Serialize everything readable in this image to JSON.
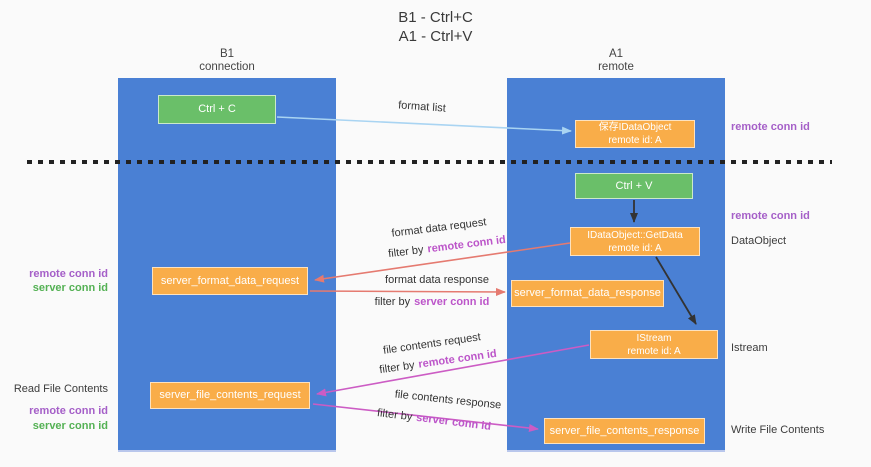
{
  "title": {
    "line1": "B1 - Ctrl+C",
    "line2": "A1 - Ctrl+V"
  },
  "lanes": {
    "left": {
      "name": "B1",
      "role": "connection"
    },
    "right": {
      "name": "A1",
      "role": "remote"
    }
  },
  "nodes": {
    "ctrl_c": {
      "label": "Ctrl + C"
    },
    "save_idataobject": {
      "line1": "保存IDataObject",
      "line2": "remote id: A"
    },
    "ctrl_v": {
      "label": "Ctrl + V"
    },
    "getdata": {
      "line1": "IDataObject::GetData",
      "line2": "remote id: A"
    },
    "format_request": {
      "label": "server_format_data_request"
    },
    "format_response": {
      "label": "server_format_data_response"
    },
    "istream": {
      "line1": "IStream",
      "line2": "remote id: A"
    },
    "file_request": {
      "label": "server_file_contents_request"
    },
    "file_response": {
      "label": "server_file_contents_response"
    }
  },
  "flows": {
    "format_list": {
      "label": "format list"
    },
    "format_data_request": {
      "label": "format data request",
      "filter_prefix": "filter by",
      "filter_key": "remote conn id"
    },
    "format_data_response": {
      "label": "format data response",
      "filter_prefix": "filter by",
      "filter_key": "server conn id"
    },
    "file_contents_request": {
      "label": "file contents request",
      "filter_prefix": "filter by",
      "filter_key": "remote conn id"
    },
    "file_contents_response": {
      "label": "file contents response",
      "filter_prefix": "filter by",
      "filter_key": "server conn id"
    }
  },
  "side_labels": {
    "right_remote_conn_top": "remote conn id",
    "right_remote_conn_mid": "remote conn id",
    "right_dataobject": "DataObject",
    "right_istream": "Istream",
    "right_write_file": "Write File Contents",
    "left_remote_conn_1": "remote conn id",
    "left_server_conn_1": "server conn id",
    "left_read_file": "Read File Contents",
    "left_remote_conn_2": "remote conn id",
    "left_server_conn_2": "server conn id"
  },
  "colors": {
    "background": "#fafafa",
    "lane": "#4a80d4",
    "node_orange": "#f9ad49",
    "node_green": "#6abf69",
    "arrow_lightblue": "#a9d4f2",
    "arrow_red": "#e57a70",
    "arrow_magenta": "#cc5cc4",
    "arrow_black": "#333333",
    "text_purple": "#a55fc8",
    "text_magenta": "#bc55c9",
    "text_green": "#54b154",
    "dashed_line": "#222222",
    "text_dark": "#333333"
  }
}
